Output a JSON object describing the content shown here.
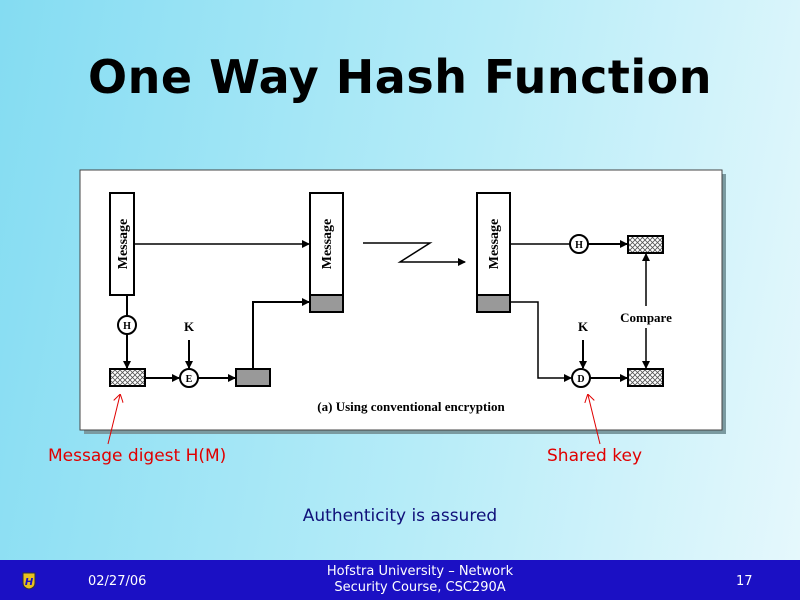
{
  "slide": {
    "title": "One Way Hash Function",
    "diagram": {
      "message_label": "Message",
      "hash_label": "H",
      "encrypt_label": "E",
      "decrypt_label": "D",
      "key_label": "K",
      "compare_label": "Compare",
      "caption": "(a) Using conventional encryption"
    },
    "annotations": {
      "digest": "Message digest H(M)",
      "shared_key": "Shared key"
    },
    "note": "Authenticity is assured"
  },
  "footer": {
    "date": "02/27/06",
    "course_line1": "Hofstra University – Network",
    "course_line2": "Security Course, CSC290A",
    "page_number": "17",
    "logo_icon": "hofstra-shield-icon"
  },
  "colors": {
    "footer": "#1b10c4",
    "annotation": "#e00000",
    "note": "#10107a"
  }
}
